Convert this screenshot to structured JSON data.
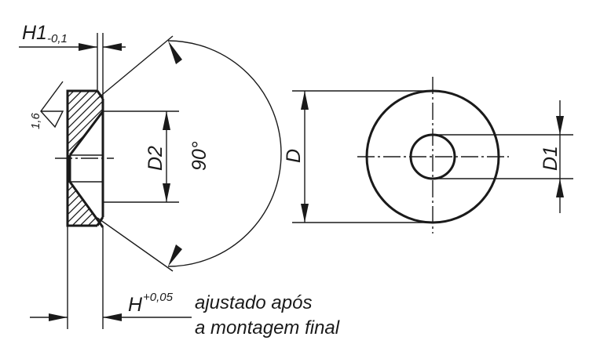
{
  "labels": {
    "h1": "H1",
    "h1_tol": "-0,1",
    "h": "H",
    "h_tol": "+0,05",
    "d": "D",
    "d1": "D1",
    "d2": "D2",
    "angle": "90°",
    "roughness": "1,6",
    "note_line1": "ajustado após",
    "note_line2": "a montagem final"
  }
}
